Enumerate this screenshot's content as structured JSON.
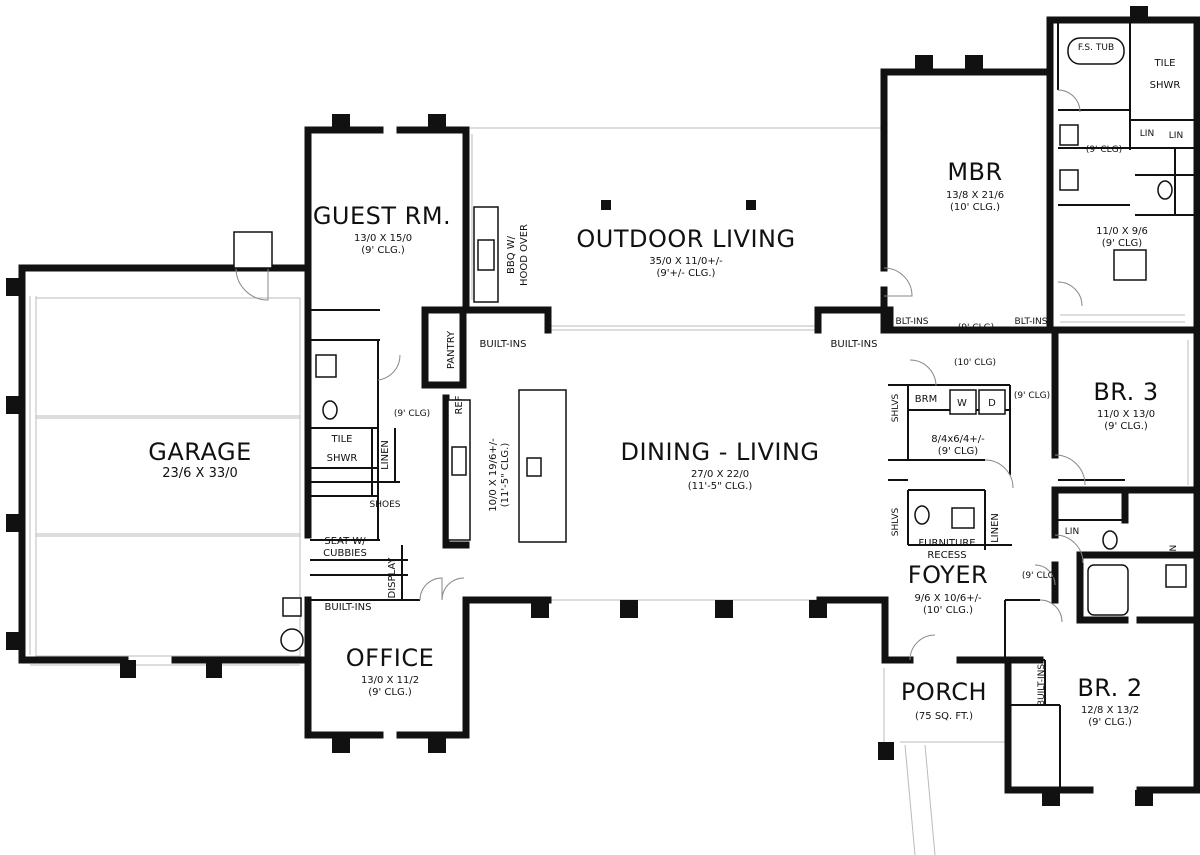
{
  "rooms": {
    "garage": {
      "name": "GARAGE",
      "dims": "23/6 X 33/0"
    },
    "guest": {
      "name": "GUEST RM.",
      "dims": "13/0 X 15/0",
      "clg": "(9' CLG.)"
    },
    "outdoor": {
      "name": "OUTDOOR LIVING",
      "dims": "35/0 X 11/0+/-",
      "clg": "(9'+/- CLG.)"
    },
    "mbr": {
      "name": "MBR",
      "dims": "13/8 X 21/6",
      "clg": "(10' CLG.)"
    },
    "dining": {
      "name": "DINING - LIVING",
      "dims": "27/0 X 22/0",
      "clg": "(11'-5\" CLG.)"
    },
    "kitchen": {
      "dims": "10/0 X 19/6+/-",
      "clg": "(11'-5\" CLG.)"
    },
    "office": {
      "name": "OFFICE",
      "dims": "13/0 X 11/2",
      "clg": "(9' CLG.)"
    },
    "foyer": {
      "name": "FOYER",
      "dims": "9/6 X 10/6+/-",
      "clg": "(10' CLG.)"
    },
    "porch": {
      "name": "PORCH",
      "dims": "(75 SQ. FT.)"
    },
    "br3": {
      "name": "BR. 3",
      "dims": "11/0 X 13/0",
      "clg": "(9' CLG.)"
    },
    "br2": {
      "name": "BR. 2",
      "dims": "12/8 X 13/2",
      "clg": "(9' CLG.)"
    },
    "closet": {
      "dims": "11/0 X 9/6",
      "clg": "(9' CLG)"
    },
    "laundry": {
      "dims": "8/4x6/4+/-",
      "clg": "(9' CLG)"
    }
  },
  "labels": {
    "fs_tub": "F.S. TUB",
    "tile": "TILE",
    "shwr": "SHWR",
    "lin": "LIN",
    "clg9": "(9' CLG)",
    "clg10": "(10' CLG)",
    "blt_ins": "BLT-INS",
    "built_ins": "BUILT-INS",
    "bbq1": "BBQ W/",
    "bbq2": "HOOD OVER",
    "pantry": "PANTRY",
    "ref": "REF",
    "linen": "LINEN",
    "shoes": "SHOES",
    "seat1": "SEAT W/",
    "seat2": "CUBBIES",
    "display": "DISPLAY",
    "brm": "BRM",
    "w": "W",
    "d": "D",
    "shlvs": "SHLVS",
    "furn1": "FURNITURE",
    "furn2": "RECESS"
  }
}
